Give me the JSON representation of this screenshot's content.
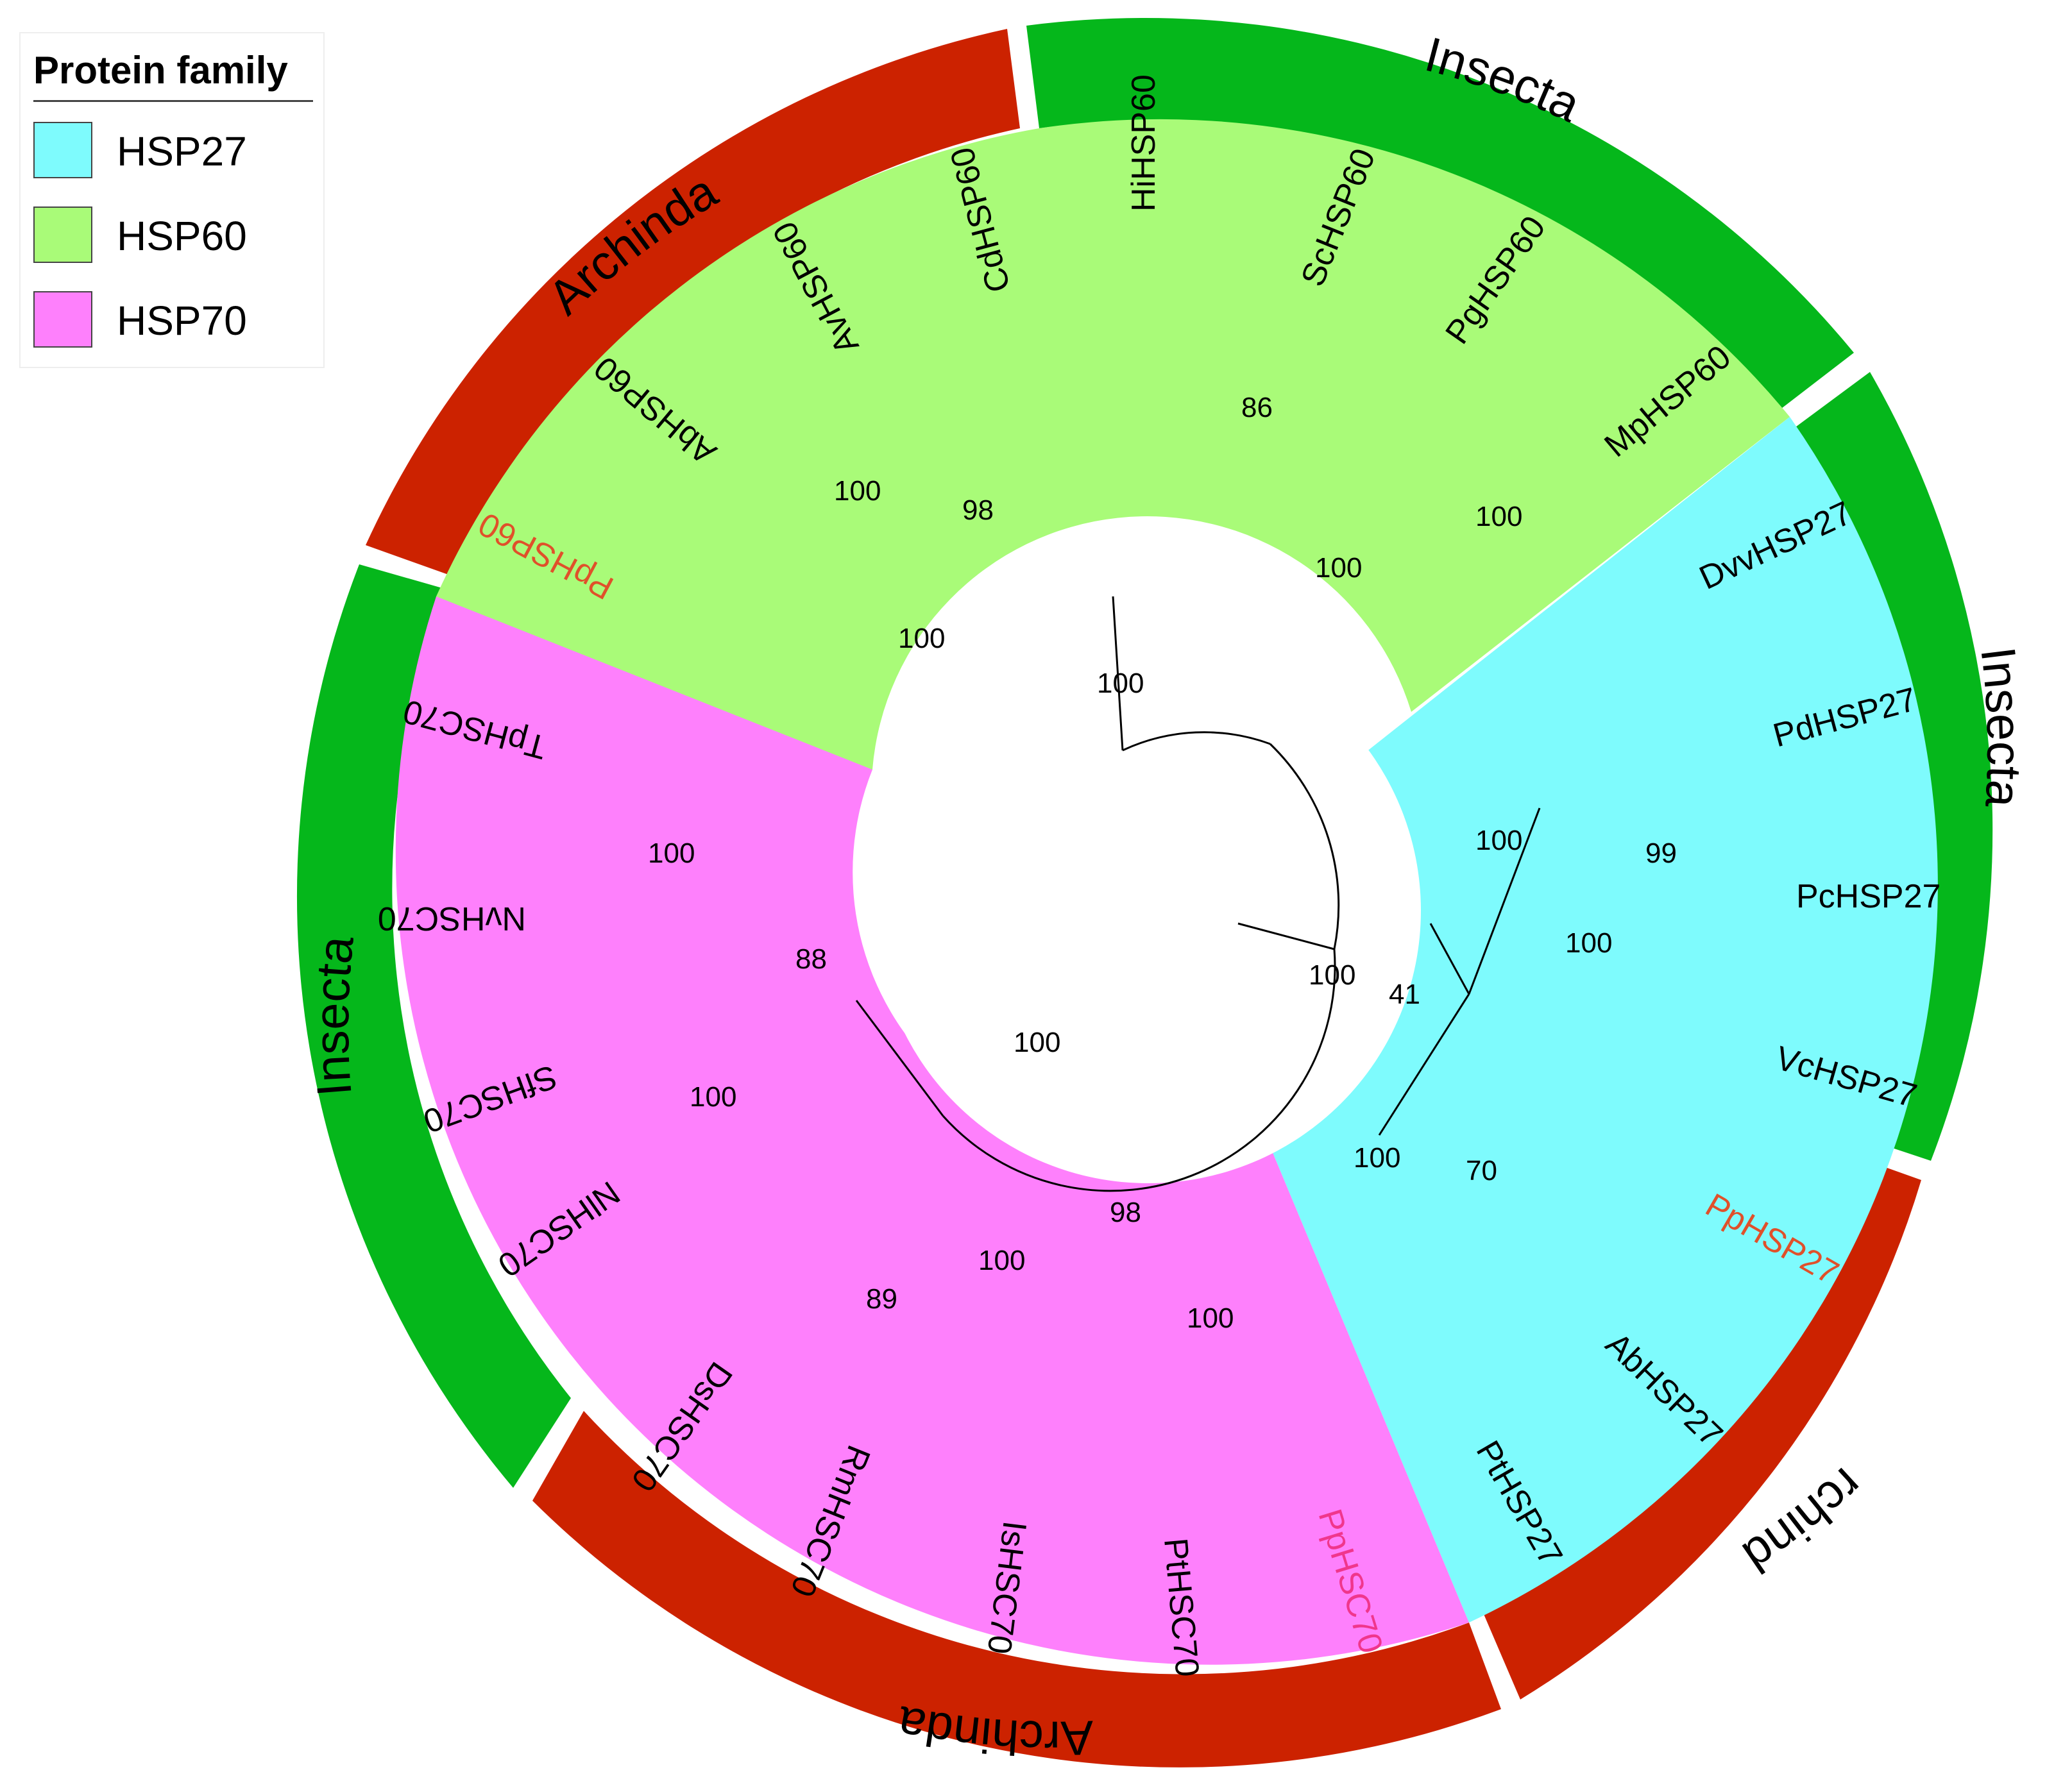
{
  "legend": {
    "title": "Protein family",
    "items": [
      {
        "label": "HSP27",
        "color": "#7efbfd"
      },
      {
        "label": "HSP60",
        "color": "#a9fb78"
      },
      {
        "label": "HSP70",
        "color": "#fe80fc"
      }
    ]
  },
  "colors": {
    "insecta_ring": "#05b71b",
    "arachnida_ring": "#cc2200",
    "branch": "#000000",
    "highlight_label": "#e0502a",
    "highlight_label_hsc70": "#f0368c"
  },
  "ring": [
    {
      "text": "Insecta",
      "group": "insecta"
    },
    {
      "text": "Insecta",
      "group": "insecta"
    },
    {
      "text": "Archinda",
      "group": "arachnida"
    },
    {
      "text": "Archinda",
      "group": "arachnida"
    },
    {
      "text": "Insecta",
      "group": "insecta"
    },
    {
      "text": "Archinda",
      "group": "arachnida"
    }
  ],
  "taxa": {
    "hsp60": [
      "HiHSP60",
      "ScHSP60",
      "PgHSP60",
      "MpHSP60",
      "CdHSP60",
      "AvHSP60",
      "AbHSP60",
      "PpHSP60"
    ],
    "hsp27": [
      "DvvHSP27",
      "PdHSP27",
      "PcHSP27",
      "VcHSP27",
      "PpHSP27",
      "AbHSP27",
      "PtHSP27"
    ],
    "hsc70": [
      "PpHSC70",
      "PtHSC70",
      "IsHSC70",
      "RmHSC70",
      "DsHSC70",
      "NlHSC70",
      "SfHSC70",
      "NvHSC70",
      "TpHSC70"
    ]
  },
  "bootstrap": {
    "hsp60": [
      "86",
      "100",
      "100",
      "100",
      "98",
      "100",
      "100"
    ],
    "hsp27": [
      "100",
      "99",
      "100",
      "70",
      "100",
      "41"
    ],
    "hsc70": [
      "100",
      "100",
      "88",
      "100",
      "100",
      "89",
      "100",
      "98",
      "100"
    ]
  }
}
